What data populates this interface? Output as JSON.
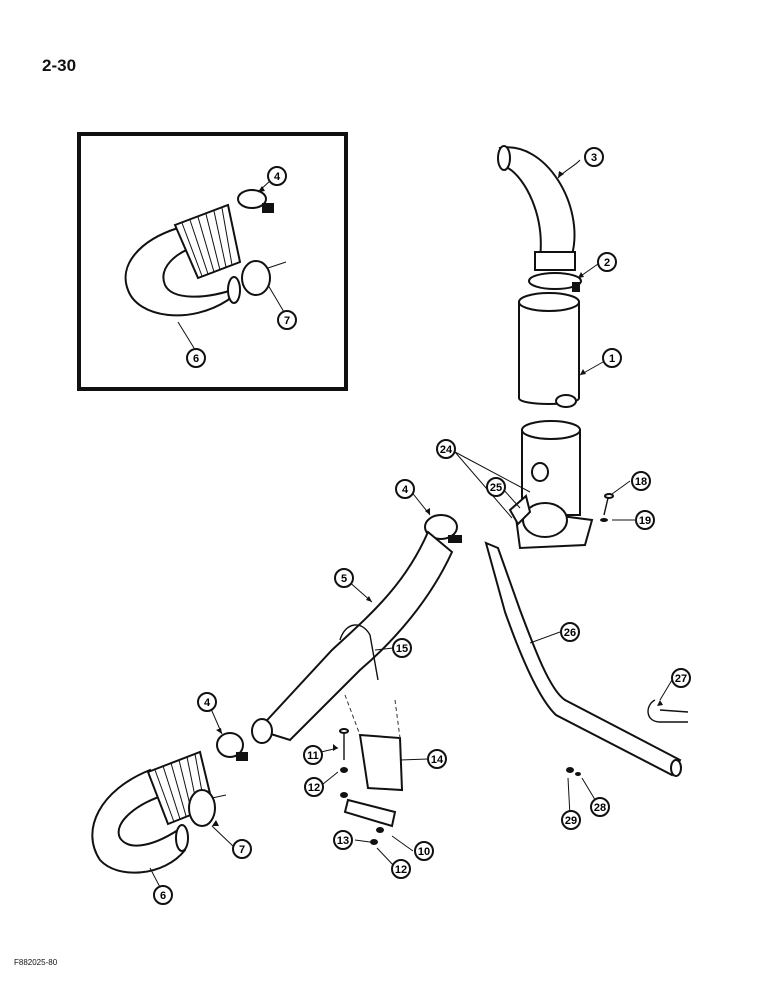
{
  "page": {
    "number": "2-30",
    "figure_code": "F882025-80"
  },
  "callouts": {
    "c1": "1",
    "c2": "2",
    "c3": "3",
    "c4a": "4",
    "c4b": "4",
    "c4c": "4",
    "c5": "5",
    "c6a": "6",
    "c6b": "6",
    "c7a": "7",
    "c7b": "7",
    "c10": "10",
    "c11": "11",
    "c12a": "12",
    "c12b": "12",
    "c13": "13",
    "c14": "14",
    "c15": "15",
    "c18": "18",
    "c19": "19",
    "c24": "24",
    "c25": "25",
    "c26": "26",
    "c27": "27",
    "c28": "28",
    "c29": "29"
  }
}
